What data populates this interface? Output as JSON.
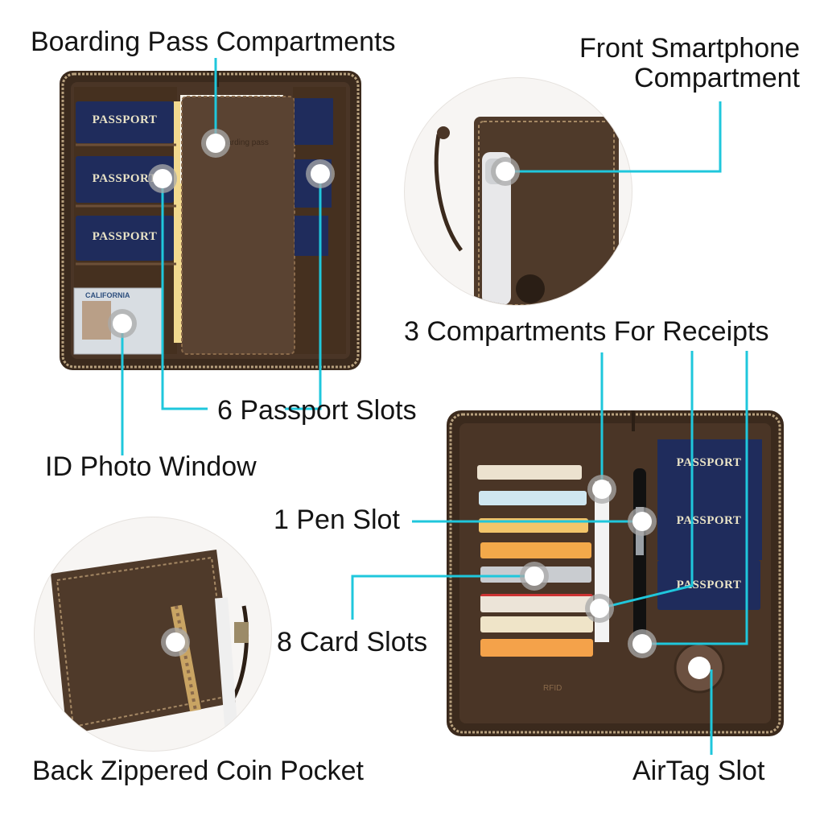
{
  "labels": {
    "boarding_pass": "Boarding Pass Compartments",
    "front_smartphone_line1": "Front Smartphone",
    "front_smartphone_line2": "Compartment",
    "receipts": "3 Compartments For Receipts",
    "passport_slots": "6 Passport Slots",
    "id_window": "ID Photo Window",
    "pen_slot": "1 Pen Slot",
    "card_slots": "8 Card Slots",
    "coin_pocket": "Back Zippered Coin Pocket",
    "airtag": "AirTag Slot"
  },
  "imprint": {
    "passport": "PASSPORT",
    "license_state": "CALIFORNIA",
    "rfid": "RFID",
    "boarding_pass": "Boarding pass"
  },
  "colors": {
    "leader": "#1fc7dc",
    "leather_dark": "#3b2a1d",
    "leather_mid": "#5a4332",
    "passport_blue": "#1f2c5c",
    "background": "#ffffff"
  }
}
